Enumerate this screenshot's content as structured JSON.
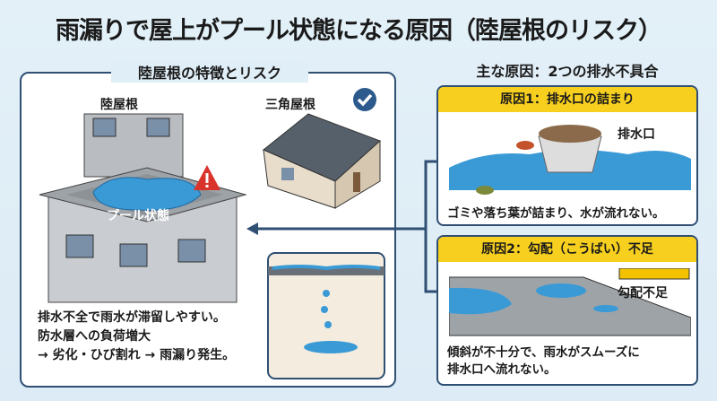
{
  "title": "雨漏りで屋上がプール状態になる原因（陸屋根のリスク）",
  "left": {
    "heading": "陸屋根の特徴とリスク",
    "flat_roof_label": "陸屋根",
    "gable_roof_label": "三角屋根",
    "pool_label": "プール状態",
    "description": [
      "排水不全で雨水が滞留しやすい。",
      "防水層への負荷増大",
      "→ 劣化・ひび割れ → 雨漏り発生。"
    ]
  },
  "right": {
    "heading": "主な原因：2つの排水不具合",
    "causes": [
      {
        "title": "原因1：排水口の詰まり",
        "callout": "排水口",
        "description": [
          "ゴミや落ち葉が詰まり、水が流れない。"
        ]
      },
      {
        "title": "原因2：勾配（こうばい）不足",
        "callout": "勾配不足",
        "description": [
          "傾斜が不十分で、雨水がスムーズに",
          "排水口へ流れない。"
        ]
      }
    ]
  },
  "colors": {
    "frame": "#2f4f73",
    "accent_yellow": "#f7cf1f",
    "water": "#3a9ad6",
    "warning": "#d9342b",
    "check": "#2c5a8c"
  }
}
